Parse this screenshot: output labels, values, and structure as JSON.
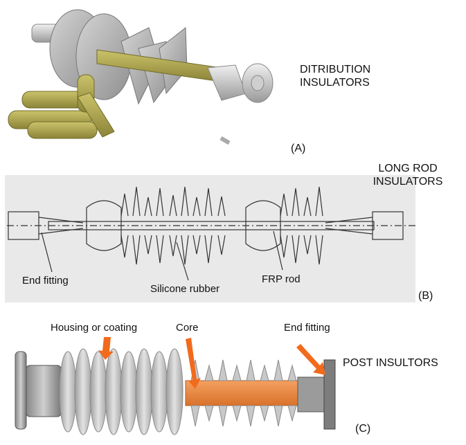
{
  "panel_a": {
    "title": "DITRIBUTION\nINSULATORS",
    "marker": "(A)"
  },
  "panel_b": {
    "title": "LONG ROD\nINSULATORS",
    "marker": "(B)",
    "labels": {
      "end_fitting": "End fitting",
      "silicone_rubber": "Silicone rubber",
      "frp_rod": "FRP rod"
    }
  },
  "panel_c": {
    "title": "POST INSULTORS",
    "marker": "(C)",
    "labels": {
      "housing": "Housing or coating",
      "core": "Core",
      "end_fitting": "End fitting"
    }
  },
  "colors": {
    "rod_olive": "#b5ad55",
    "shed_grey": "#b8b8b8",
    "core_orange": "#f08a3c",
    "arrow_orange": "#f26a1b",
    "drawing_bg": "#e9e9e9"
  }
}
